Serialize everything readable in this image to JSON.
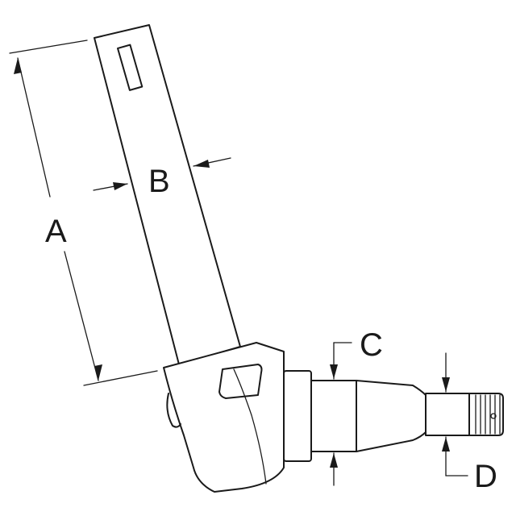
{
  "diagram": {
    "labels": {
      "a": "A",
      "b": "B",
      "c": "C",
      "d": "D"
    },
    "colors": {
      "line": "#1a1a1a",
      "background": "#ffffff"
    }
  }
}
